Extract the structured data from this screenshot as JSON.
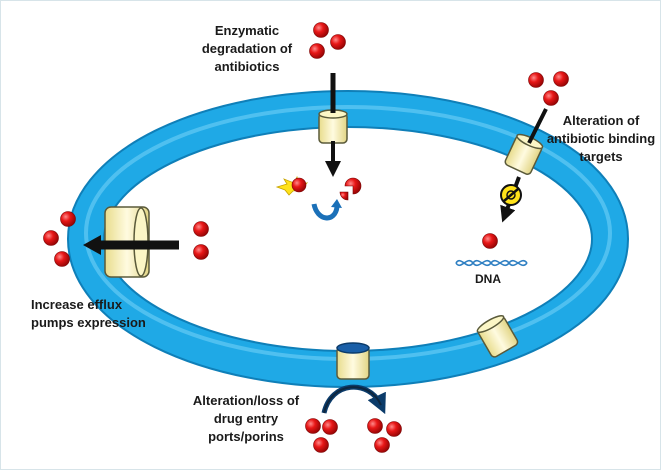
{
  "labels": {
    "enzymatic": [
      "Enzymatic",
      "degradation  of",
      "antibiotics"
    ],
    "target": [
      "Alteration  of",
      "antibiotic  binding",
      "targets"
    ],
    "efflux": [
      "Increase efflux",
      "pumps expression"
    ],
    "porin": [
      "Alteration/loss  of",
      "drug  entry",
      "ports/porins"
    ],
    "dna": "DNA"
  },
  "colors": {
    "membrane": "#1fa9e6",
    "membrane_edge": "#0f7fb8",
    "channel_fill": "#fbf6c6",
    "channel_edge": "#5a5a3a",
    "antibiotic": "#e81717",
    "arrow": "#111111",
    "inhibitor": "#ffe21a",
    "dna_strand": "#2f7fc2"
  },
  "icons": [
    "antibiotic-molecule",
    "channel-porin",
    "efflux-pump",
    "inhibitor-symbol",
    "dna-helix",
    "enzyme-spark",
    "recycle-arrow"
  ]
}
